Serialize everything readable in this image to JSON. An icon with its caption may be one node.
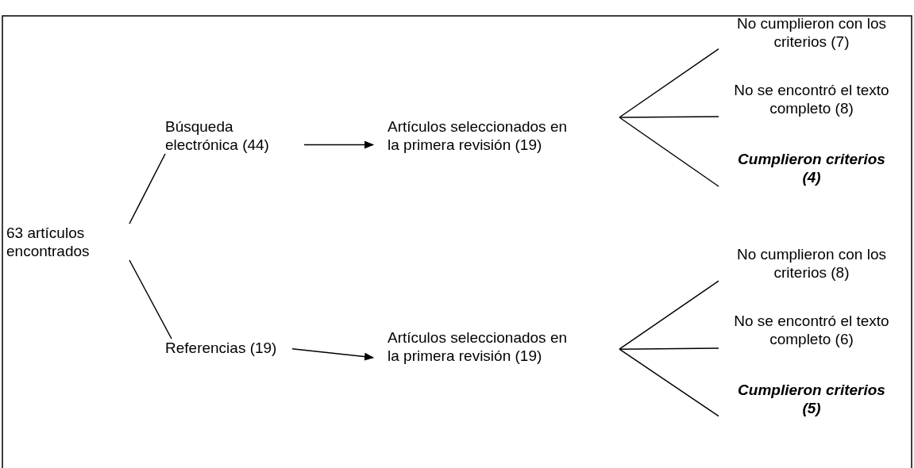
{
  "diagram": {
    "nodes": [
      {
        "text": [
          "63 artículos encontrados"
        ]
      },
      {
        "text": [
          "Búsqueda electrónica (44)"
        ]
      },
      {
        "text": [
          "Artículos seleccionados en la primera revisión (19)"
        ]
      },
      {
        "text": [
          "No cumplieron con los criterios (7)"
        ]
      },
      {
        "text": [
          "No se encontró el texto completo (8)"
        ]
      },
      {
        "text": [
          "Cumplieron criterios (4)"
        ]
      },
      {
        "text": [
          "Referencias (19)"
        ]
      },
      {
        "text": [
          "Artículos seleccionados en la primera revisión (19)"
        ]
      },
      {
        "text": [
          "No cumplieron con los criterios (8)"
        ]
      },
      {
        "text": [
          "No se encontró el texto completo (6)"
        ]
      },
      {
        "text": [
          "Cumplieron criterios (5)"
        ]
      }
    ],
    "edges": [
      {
        "from": 0,
        "to": 1,
        "arrow": "none"
      },
      {
        "from": 0,
        "to": 6,
        "arrow": "none"
      },
      {
        "from": 1,
        "to": 2,
        "arrow": "to"
      },
      {
        "from": 6,
        "to": 7,
        "arrow": "to"
      },
      {
        "from": 2,
        "to": 3,
        "arrow": "none"
      },
      {
        "from": 2,
        "to": 4,
        "arrow": "none"
      },
      {
        "from": 2,
        "to": 5,
        "arrow": "none"
      },
      {
        "from": 7,
        "to": 8,
        "arrow": "none"
      },
      {
        "from": 7,
        "to": 9,
        "arrow": "none"
      },
      {
        "from": 7,
        "to": 10,
        "arrow": "none"
      }
    ]
  }
}
